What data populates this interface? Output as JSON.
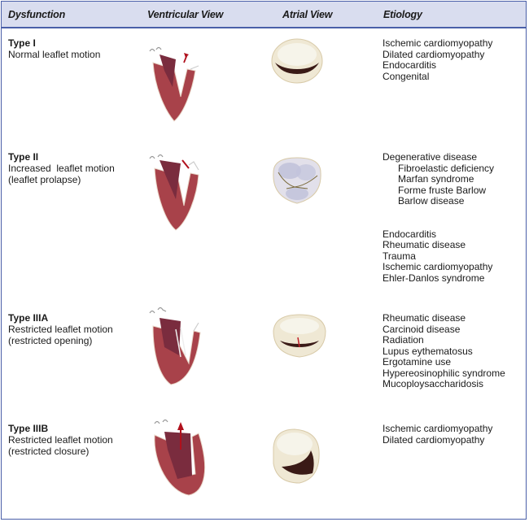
{
  "table": {
    "headers": {
      "dysfunction": "Dysfunction",
      "ventricular_view": "Ventricular View",
      "atrial_view": "Atrial View",
      "etiology": "Etiology"
    },
    "rows": [
      {
        "type": "Type I",
        "description": "Normal leaflet motion",
        "ventricular_image": "heart-normal-leaflet-illustration",
        "atrial_image": "mitral-valve-normal-illustration",
        "etiology": [
          {
            "text": "Ischemic cardiomyopathy",
            "level": 0
          },
          {
            "text": "Dilated cardiomyopathy",
            "level": 0
          },
          {
            "text": "Endocarditis",
            "level": 0
          },
          {
            "text": "Congenital",
            "level": 0
          }
        ]
      },
      {
        "type": "Type II",
        "description": "Increased  leaflet motion\n(leaflet prolapse)",
        "ventricular_image": "heart-prolapse-illustration",
        "atrial_image": "mitral-valve-prolapse-illustration",
        "etiology": [
          {
            "text": "Degenerative disease",
            "level": 0
          },
          {
            "text": "Fibroelastic deficiency",
            "level": 1
          },
          {
            "text": "Marfan syndrome",
            "level": 1
          },
          {
            "text": "Forme fruste Barlow",
            "level": 1
          },
          {
            "text": "Barlow disease",
            "level": 1
          },
          {
            "text": "",
            "level": -1
          },
          {
            "text": "Endocarditis",
            "level": 0
          },
          {
            "text": "Rheumatic disease",
            "level": 0
          },
          {
            "text": "Trauma",
            "level": 0
          },
          {
            "text": "Ischemic cardiomyopathy",
            "level": 0
          },
          {
            "text": "Ehler-Danlos syndrome",
            "level": 0
          }
        ]
      },
      {
        "type": "Type IIIA",
        "description": "Restricted leaflet motion\n(restricted opening)",
        "ventricular_image": "heart-restricted-opening-illustration",
        "atrial_image": "mitral-valve-restricted-opening-illustration",
        "etiology": [
          {
            "text": "Rheumatic disease",
            "level": 0
          },
          {
            "text": "Carcinoid disease",
            "level": 0
          },
          {
            "text": "Radiation",
            "level": 0
          },
          {
            "text": "Lupus eythematosus",
            "level": 0
          },
          {
            "text": "Ergotamine use",
            "level": 0
          },
          {
            "text": "Hypereosinophilic syndrome",
            "level": 0
          },
          {
            "text": "Mucoploysaccharidosis",
            "level": 0
          }
        ]
      },
      {
        "type": "Type IIIB",
        "description": "Restricted leaflet motion\n(restricted closure)",
        "ventricular_image": "heart-restricted-closure-illustration",
        "atrial_image": "mitral-valve-restricted-closure-illustration",
        "etiology": [
          {
            "text": "Ischemic cardiomyopathy",
            "level": 0
          },
          {
            "text": "Dilated cardiomyopathy",
            "level": 0
          }
        ]
      }
    ]
  },
  "colors": {
    "border": "#4a5fa8",
    "header_bg": "#d9ddef",
    "myocardium": "#a8424a",
    "arrow": "#b0101c"
  }
}
